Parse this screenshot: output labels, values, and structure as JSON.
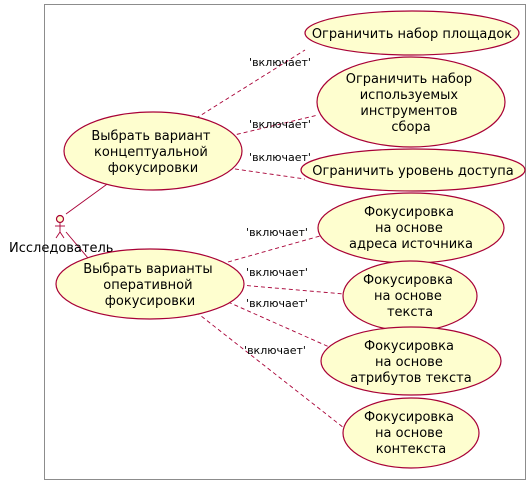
{
  "actor": {
    "label": "Исследователь"
  },
  "relation_label": "'включает'",
  "use_cases": {
    "conceptual": {
      "lines": [
        "Выбрать вариант",
        "концептуальной",
        "фокусировки"
      ]
    },
    "operational": {
      "lines": [
        "Выбрать варианты",
        "оперативной",
        "фокусировки"
      ]
    },
    "limit_sites": {
      "lines": [
        "Ограничить набор площадок"
      ]
    },
    "limit_tools": {
      "lines": [
        "Ограничить набор",
        "используемых",
        "инструментов",
        "сбора"
      ]
    },
    "limit_access": {
      "lines": [
        "Ограничить уровень доступа"
      ]
    },
    "focus_source": {
      "lines": [
        "Фокусировка",
        "на основе",
        "адреса источника"
      ]
    },
    "focus_text": {
      "lines": [
        "Фокусировка",
        "на основе",
        "текста"
      ]
    },
    "focus_attr": {
      "lines": [
        "Фокусировка",
        "на основе",
        "атрибутов текста"
      ]
    },
    "focus_context": {
      "lines": [
        "Фокусировка",
        "на основе",
        "контекста"
      ]
    }
  },
  "colors": {
    "use_case_fill": "#fefecf",
    "use_case_border": "#a80036",
    "edge": "#a80036"
  }
}
